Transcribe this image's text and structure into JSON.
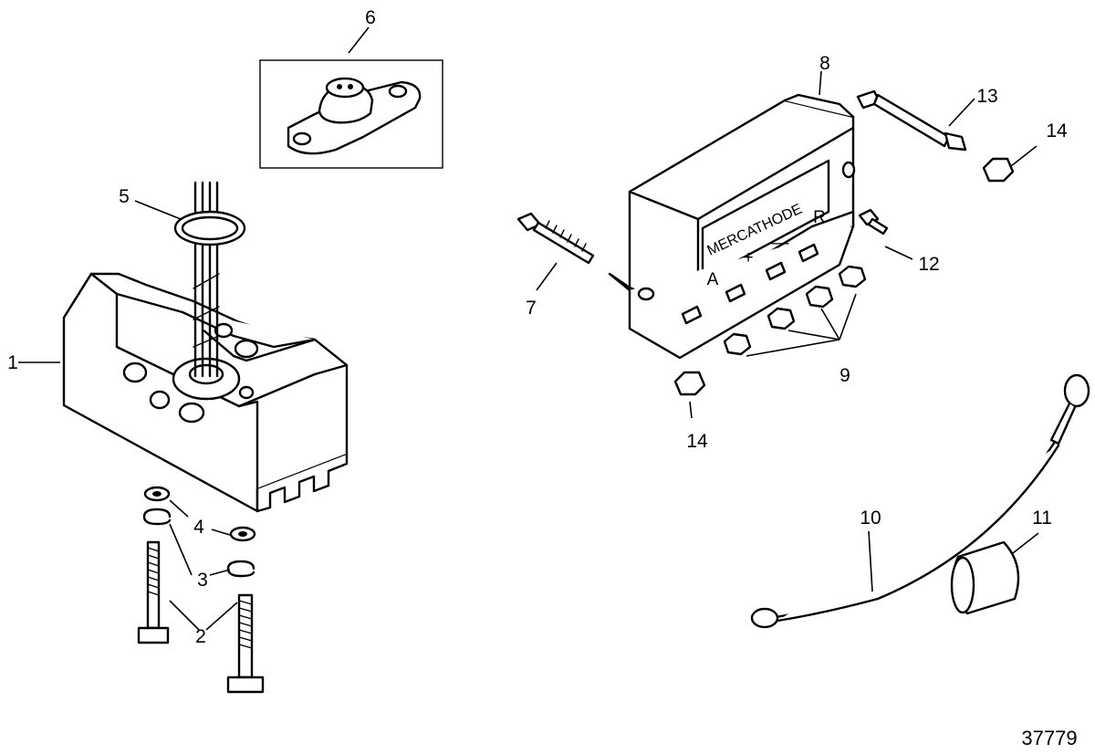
{
  "callouts": {
    "c1": "1",
    "c2": "2",
    "c3": "3",
    "c4": "4",
    "c5": "5",
    "c6": "6",
    "c7": "7",
    "c8": "8",
    "c9": "9",
    "c10": "10",
    "c11": "11",
    "c12": "12",
    "c13": "13",
    "c14a": "14",
    "c14b": "14"
  },
  "module_label": "MERCATHODE",
  "terminals": {
    "a": "A",
    "plus": "+",
    "minus": "—",
    "r": "R"
  },
  "drawing_number": "37779"
}
